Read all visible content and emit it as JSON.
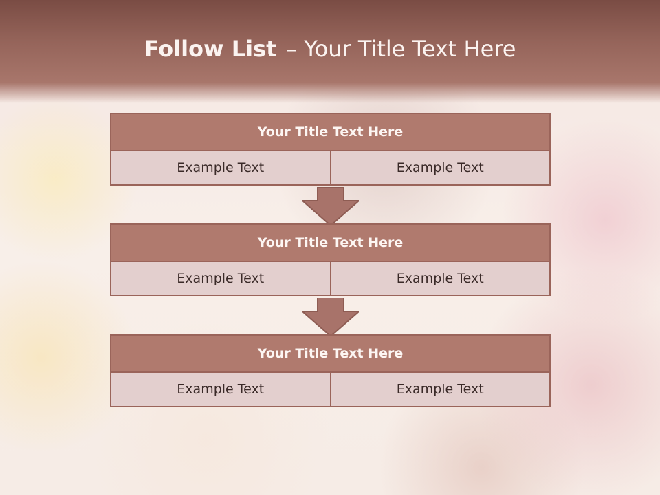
{
  "slide": {
    "title_bold": "Follow List",
    "title_separator": "–",
    "title_rest": "Your Title Text Here"
  },
  "blocks": [
    {
      "title": "Your Title Text Here",
      "cells": [
        "Example Text",
        "Example Text"
      ]
    },
    {
      "title": "Your Title Text Here",
      "cells": [
        "Example Text",
        "Example Text"
      ]
    },
    {
      "title": "Your Title Text Here",
      "cells": [
        "Example Text",
        "Example Text"
      ]
    }
  ],
  "colors": {
    "header": "#95645a",
    "block_title_fill": "#b07a6e",
    "block_border": "#9a645a",
    "cell_fill": "#e3cfce",
    "arrow_fill": "#a8736a"
  }
}
